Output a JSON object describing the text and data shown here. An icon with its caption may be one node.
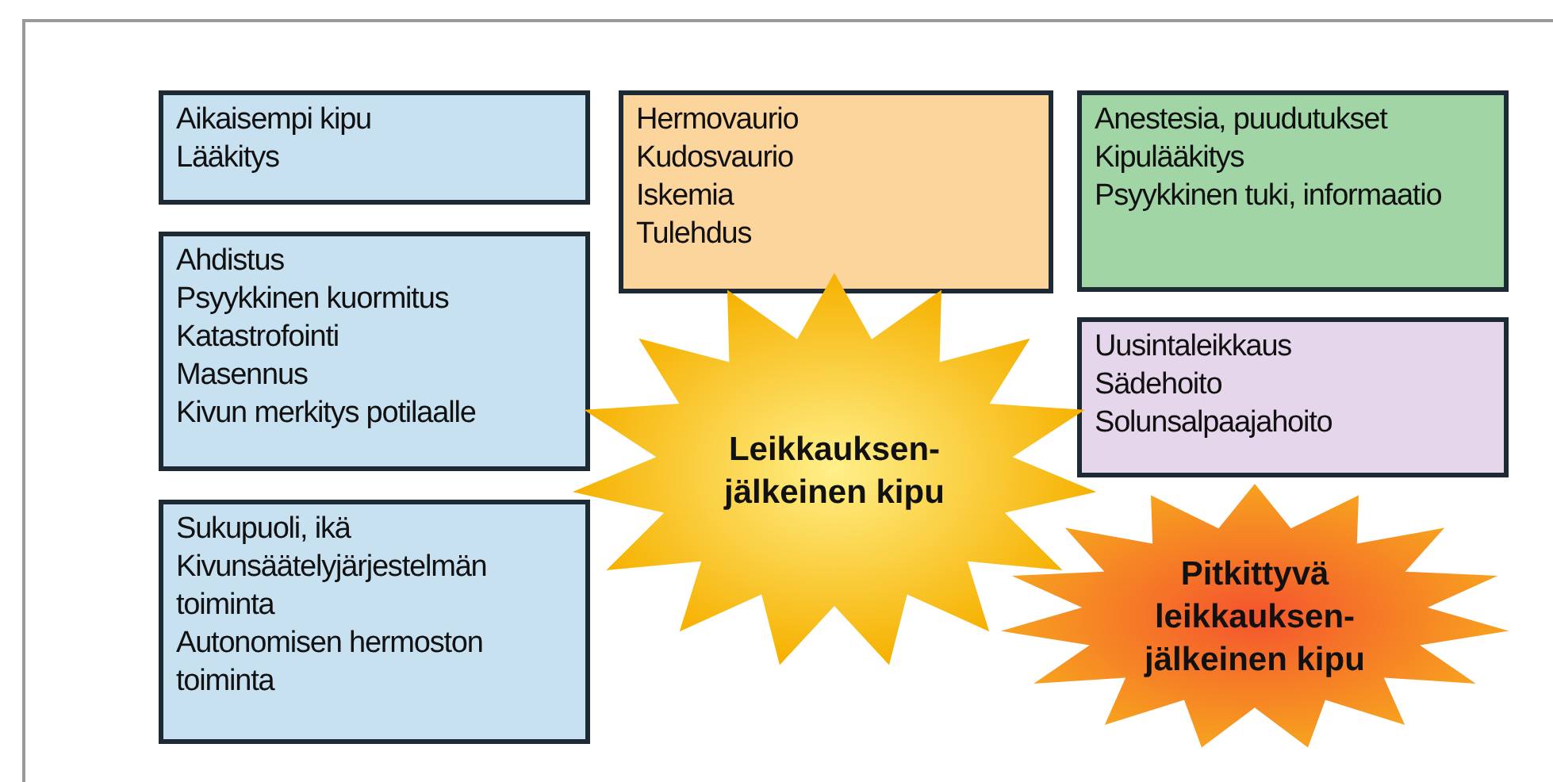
{
  "diagram": {
    "nodes": [
      {
        "text": [
          "Aikaisempi kipu",
          "Lääkitys"
        ]
      },
      {
        "text": [
          "Ahdistus",
          "Psyykkinen kuormitus",
          "Katastrofointi",
          "Masennus",
          "Kivun merkitys potilaalle"
        ]
      },
      {
        "text": [
          "Sukupuoli, ikä",
          "Kivunsäätelyjärjestelmän toiminta",
          "Autonomisen hermoston toiminta"
        ]
      },
      {
        "text": [
          "Hermovaurio",
          "Kudosvaurio",
          "Iskemia",
          "Tulehdus"
        ]
      },
      {
        "text": [
          "Anestesia, puudutukset",
          "Kipulääkitys",
          "Psyykkinen tuki, informaatio"
        ]
      },
      {
        "text": [
          "Uusintaleikkaus",
          "Sädehoito",
          "Solunsalpaajahoito"
        ]
      },
      {
        "text": [
          "Leikkauksen- jälkeinen kipu"
        ]
      },
      {
        "text": [
          "Pitkittyvä leikkauksen- jälkeinen kipu"
        ]
      }
    ],
    "edges": []
  }
}
